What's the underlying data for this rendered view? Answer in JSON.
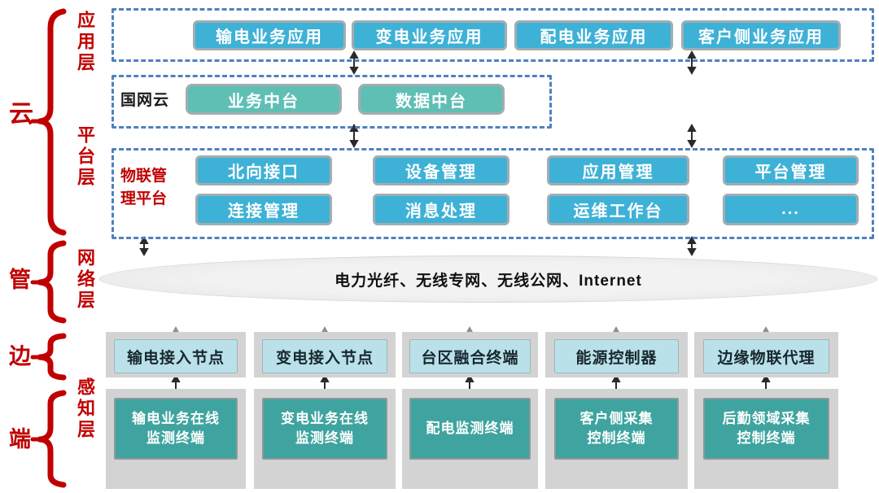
{
  "colors": {
    "accent_red": "#C00000",
    "box_blue": "#3EB1D6",
    "box_teal_light": "#5FBFB5",
    "box_teal_dark": "#3FA49F",
    "box_lightblue": "#BAE1EA",
    "strip_gray": "#D3D3D3",
    "dashed_border_blue": "#4F81BD",
    "ellipse_gray": "#EBEBEB"
  },
  "left_tags": {
    "cloud": "云",
    "pipe": "管",
    "edge": "边",
    "device": "端"
  },
  "layers": {
    "application": {
      "label": "应用层",
      "apps": [
        "输电业务应用",
        "变电业务应用",
        "配电业务应用",
        "客户侧业务应用"
      ]
    },
    "platform": {
      "label": "平台层",
      "cloud_box": {
        "label": "国网云",
        "items": [
          "业务中台",
          "数据中台"
        ]
      },
      "iot_box": {
        "label": "物联管理平台",
        "modules": [
          "北向接口",
          "设备管理",
          "应用管理",
          "平台管理",
          "连接管理",
          "消息处理",
          "运维工作台",
          "..."
        ]
      }
    },
    "network": {
      "label": "网络层",
      "channels": "电力光纤、无线专网、无线公网、Internet"
    },
    "perception": {
      "label": "感知层",
      "edge_nodes": [
        "输电接入节点",
        "变电接入节点",
        "台区融合终端",
        "能源控制器",
        "边缘物联代理"
      ],
      "terminals": [
        {
          "lines": [
            "输电业务在线",
            "监测终端"
          ]
        },
        {
          "lines": [
            "变电业务在线",
            "监测终端"
          ]
        },
        {
          "lines": [
            "配电监测终端"
          ]
        },
        {
          "lines": [
            "客户侧采集",
            "控制终端"
          ]
        },
        {
          "lines": [
            "后勤领域采集",
            "控制终端"
          ]
        }
      ]
    }
  }
}
